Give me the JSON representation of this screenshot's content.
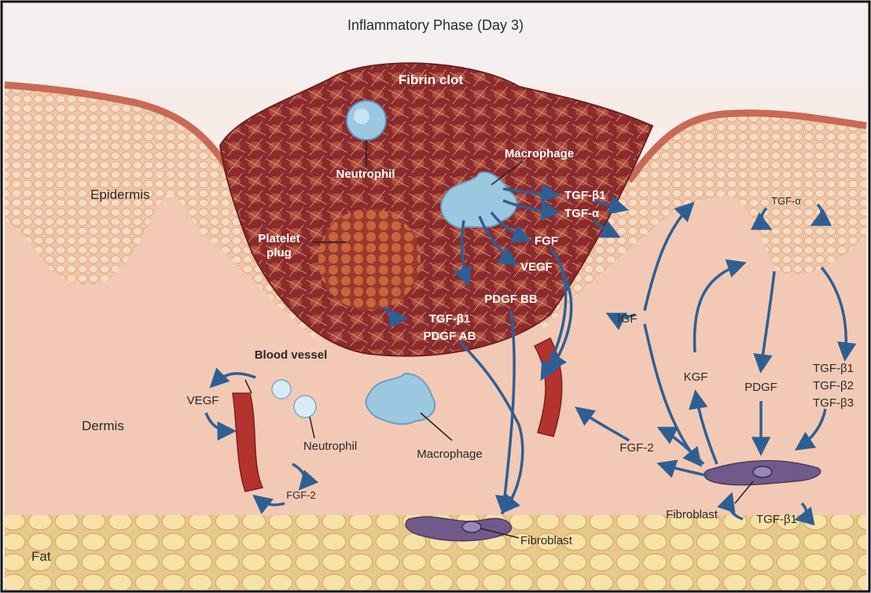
{
  "title": "Inflammatory Phase (Day 3)",
  "labels": {
    "fibrin_clot": "Fibrin clot",
    "neutrophil_top": "Neutrophil",
    "macrophage_top": "Macrophage",
    "epidermis": "Epidermis",
    "platelet_plug_line1": "Platelet",
    "platelet_plug_line2": "plug",
    "dermis": "Dermis",
    "fat": "Fat",
    "blood_vessel": "Blood vessel",
    "neutrophil_bottom": "Neutrophil",
    "macrophage_bottom": "Macrophage",
    "fibroblast_bottom": "Fibroblast",
    "fibroblast_right": "Fibroblast"
  },
  "factors": {
    "tgf_b1_macrophage": "TGF-β1",
    "tgf_a_macrophage": "TGF-α",
    "fgf_macrophage": "FGF",
    "vegf_macrophage": "VEGF",
    "pdgf_bb": "PDGF BB",
    "tgf_b1_platelet": "TGF-β1",
    "pdgf_ab": "PDGF AB",
    "vegf_vessel": "VEGF",
    "fgf2_vessel": "FGF-2",
    "tgf_a_epidermis": "TGF-α",
    "igf": "IGF",
    "kgf": "KGF",
    "pdgf_right": "PDGF",
    "tgf_b1_right": "TGF-β1",
    "tgf_b2_right": "TGF-β2",
    "tgf_b3_right": "TGF-β3",
    "fgf2_right": "FGF-2",
    "tgf_b1_fibroblast": "TGF-β1"
  },
  "colors": {
    "skin_pink": "#f2c9b4",
    "epidermis_layer": "#eab39a",
    "clot_red": "#8c2b2b",
    "vessel_red": "#b5332f",
    "cell_blue": "#9cc7e0",
    "arrow_blue": "#2e5f93",
    "fat_yellow": "#f3dc9a",
    "fibroblast_purple": "#6f5a8a"
  }
}
